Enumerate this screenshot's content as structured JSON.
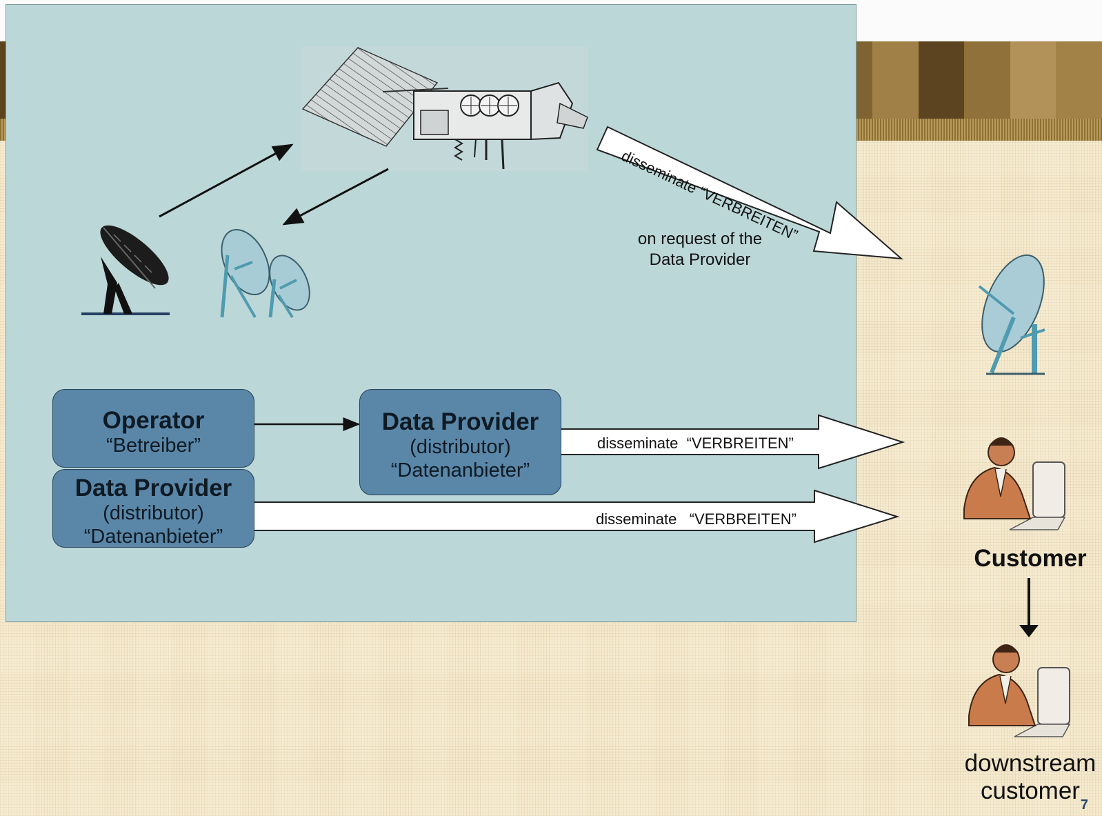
{
  "boxes": {
    "operator": {
      "title": "Operator",
      "subtitle": "“Betreiber”"
    },
    "provider_top": {
      "title": "Data Provider",
      "line2": "(distributor)",
      "line3": "“Datenanbieter”"
    },
    "provider_bottom": {
      "title": "Data Provider",
      "line2": "(distributor)",
      "line3": "“Datenanbieter”"
    }
  },
  "arrows": {
    "satellite_label": "disseminate “VERBREITEN”",
    "provider_top_label": "disseminate  “VERBREITEN”",
    "provider_bottom_label": "disseminate   “VERBREITEN”"
  },
  "note": {
    "line1": "on request of the",
    "line2": "Data Provider"
  },
  "right": {
    "customer": "Customer",
    "downstream_line1": "downstream",
    "downstream_line2": "customer"
  },
  "page_number": "7",
  "icons": [
    "satellite-icon",
    "ground-antenna-icon",
    "ground-antenna-pair-icon",
    "receiver-antenna-icon",
    "customer-person-icon",
    "downstream-person-icon"
  ],
  "colors": {
    "panel": "#bcd7d8",
    "box": "#5a87a8",
    "background": "#f6ecd2",
    "page_number": "#23496c"
  }
}
